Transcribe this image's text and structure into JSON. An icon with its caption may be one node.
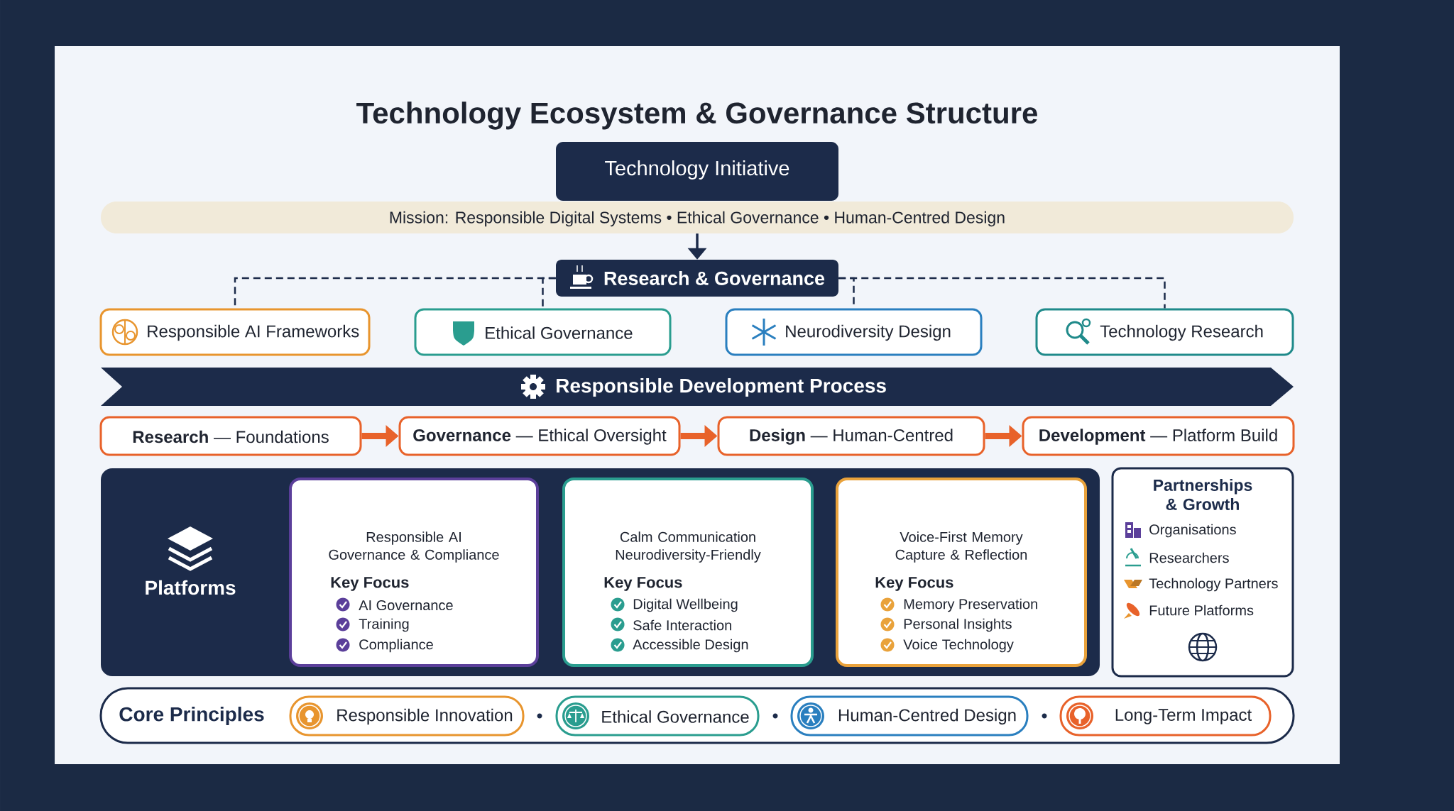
{
  "diagram": {
    "title": "Technology Ecosystem & Governance Structure",
    "nodes": [
      {
        "text": [
          "Technology Initiative"
        ]
      },
      {
        "text": [
          "Mission: Responsible Digital Systems • Ethical Governance • Human-Centred Design"
        ]
      },
      {
        "text": [
          "Research & Governance"
        ]
      },
      {
        "text": [
          "Responsible AI Frameworks"
        ]
      },
      {
        "text": [
          "Ethical Governance"
        ]
      },
      {
        "text": [
          "Neurodiversity Design"
        ]
      },
      {
        "text": [
          "Technology Research"
        ]
      },
      {
        "text": [
          "Responsible Development Process"
        ]
      },
      {
        "text": [
          "**Research** — Foundations"
        ]
      },
      {
        "text": [
          "**Governance** — Ethical Oversight"
        ]
      },
      {
        "text": [
          "**Design** — Human-Centred"
        ]
      },
      {
        "text": [
          "**Development** — Platform Build"
        ]
      },
      {
        "text": [
          "Platforms"
        ]
      },
      {
        "text": [
          "Responsible AI Governance & Compliance",
          "Key Focus",
          "AI Governance",
          "Training",
          "Compliance"
        ],
        "in": 12
      },
      {
        "text": [
          "Calm Communication Neurodiversity-Friendly",
          "Key Focus",
          "Digital Wellbeing",
          "Safe Interaction",
          "Accessible Design"
        ],
        "in": 12
      },
      {
        "text": [
          "Voice-First Memory Capture & Reflection",
          "Key Focus",
          "Memory Preservation",
          "Personal Insights",
          "Voice Technology"
        ],
        "in": 12
      },
      {
        "text": [
          "Partnerships & Growth",
          "Organisations",
          "Researchers",
          "Technology Partners",
          "Future Platforms"
        ]
      },
      {
        "text": [
          "Core Principles"
        ]
      },
      {
        "text": [
          "Responsible Innovation"
        ],
        "in": 17
      },
      {
        "text": [
          "Ethical Governance"
        ],
        "in": 17
      },
      {
        "text": [
          "Human-Centred Design"
        ],
        "in": 17
      },
      {
        "text": [
          "Long-Term Impact"
        ],
        "in": 17
      }
    ],
    "edges": [
      {
        "from": 1,
        "to": 2,
        "arrow": "to"
      },
      {
        "from": 2,
        "to": 3,
        "arrow": "none",
        "style": "dashed"
      },
      {
        "from": 2,
        "to": 4,
        "arrow": "none",
        "style": "dashed"
      },
      {
        "from": 2,
        "to": 5,
        "arrow": "none",
        "style": "dashed"
      },
      {
        "from": 2,
        "to": 6,
        "arrow": "none",
        "style": "dashed"
      },
      {
        "from": 8,
        "to": 9,
        "arrow": "to",
        "style": "thick",
        "color": "#e8622a"
      },
      {
        "from": 9,
        "to": 10,
        "arrow": "to",
        "style": "thick",
        "color": "#e8622a"
      },
      {
        "from": 10,
        "to": 11,
        "arrow": "to",
        "style": "thick",
        "color": "#e8622a"
      }
    ]
  }
}
